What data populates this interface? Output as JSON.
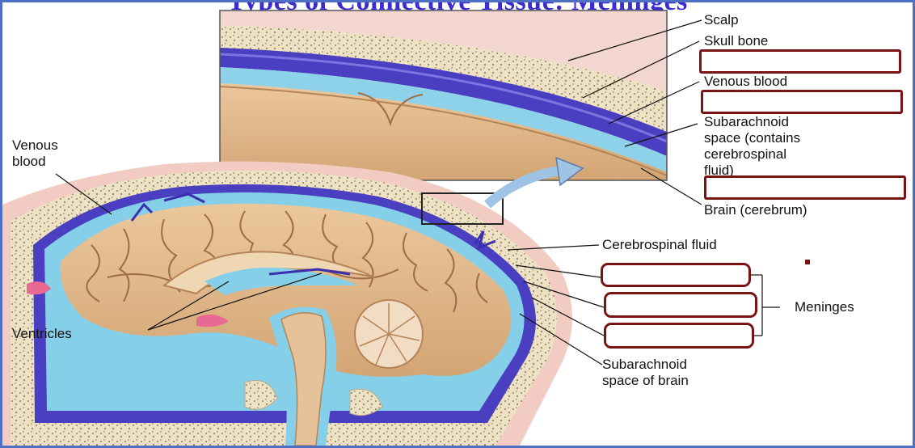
{
  "title": "Types of Connective Tissue: Meninges",
  "labels": {
    "scalp": "Scalp",
    "skull_bone": "Skull bone",
    "venous_blood_inset": "Venous blood",
    "subarachnoid_inset": [
      "Subarachnoid",
      "space (contains",
      "cerebrospinal",
      "fluid)"
    ],
    "brain": "Brain (cerebrum)",
    "venous_blood_left": [
      "Venous",
      "blood"
    ],
    "cerebrospinal_fluid": "Cerebrospinal fluid",
    "meninges": "Meninges",
    "ventricles": "Ventricles",
    "subarachnoid_brain": [
      "Subarachnoid",
      "space of brain"
    ]
  },
  "answer_boxes": [
    "",
    "",
    "",
    "",
    "",
    ""
  ],
  "colors": {
    "frame": "#4f6fc4",
    "title": "#3e2bd0",
    "box_border": "#7a1414",
    "csf_blue": "#7ec9e6",
    "dura_purple": "#4a3fc0",
    "brain_tan": "#e1b98c"
  }
}
